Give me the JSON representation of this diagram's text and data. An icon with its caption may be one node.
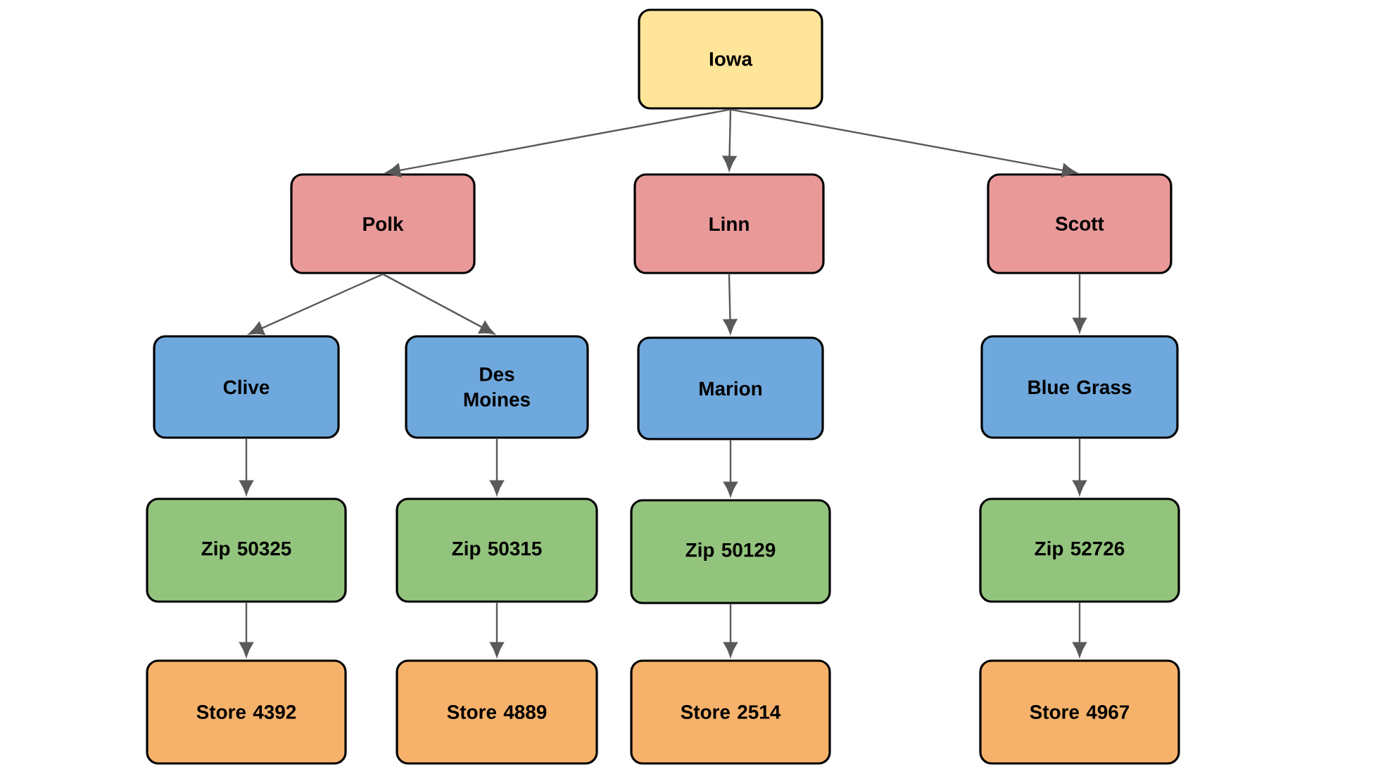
{
  "diagram": {
    "nodes": [
      {
        "text": [
          "Iowa"
        ]
      },
      {
        "text": [
          "Polk"
        ]
      },
      {
        "text": [
          "Linn"
        ]
      },
      {
        "text": [
          "Scott"
        ]
      },
      {
        "text": [
          "Clive"
        ]
      },
      {
        "text": [
          "Des Moines"
        ]
      },
      {
        "text": [
          "Marion"
        ]
      },
      {
        "text": [
          "Blue Grass"
        ]
      },
      {
        "text": [
          "Zip 50325"
        ]
      },
      {
        "text": [
          "Zip 50315"
        ]
      },
      {
        "text": [
          "Zip 50129"
        ]
      },
      {
        "text": [
          "Zip 52726"
        ]
      },
      {
        "text": [
          "Store 4392"
        ]
      },
      {
        "text": [
          "Store 4889"
        ]
      },
      {
        "text": [
          "Store 2514"
        ]
      },
      {
        "text": [
          "Store 4967"
        ]
      }
    ],
    "edges": [
      {
        "from": 0,
        "to": 1,
        "arrow": "to"
      },
      {
        "from": 0,
        "to": 2,
        "arrow": "to"
      },
      {
        "from": 0,
        "to": 3,
        "arrow": "to"
      },
      {
        "from": 1,
        "to": 4,
        "arrow": "to"
      },
      {
        "from": 1,
        "to": 5,
        "arrow": "to"
      },
      {
        "from": 2,
        "to": 6,
        "arrow": "to"
      },
      {
        "from": 3,
        "to": 7,
        "arrow": "to"
      },
      {
        "from": 4,
        "to": 8,
        "arrow": "to"
      },
      {
        "from": 5,
        "to": 9,
        "arrow": "to"
      },
      {
        "from": 6,
        "to": 10,
        "arrow": "to"
      },
      {
        "from": 7,
        "to": 11,
        "arrow": "to"
      },
      {
        "from": 8,
        "to": 12,
        "arrow": "to"
      },
      {
        "from": 9,
        "to": 13,
        "arrow": "to"
      },
      {
        "from": 10,
        "to": 14,
        "arrow": "to"
      },
      {
        "from": 11,
        "to": 15,
        "arrow": "to"
      }
    ]
  }
}
